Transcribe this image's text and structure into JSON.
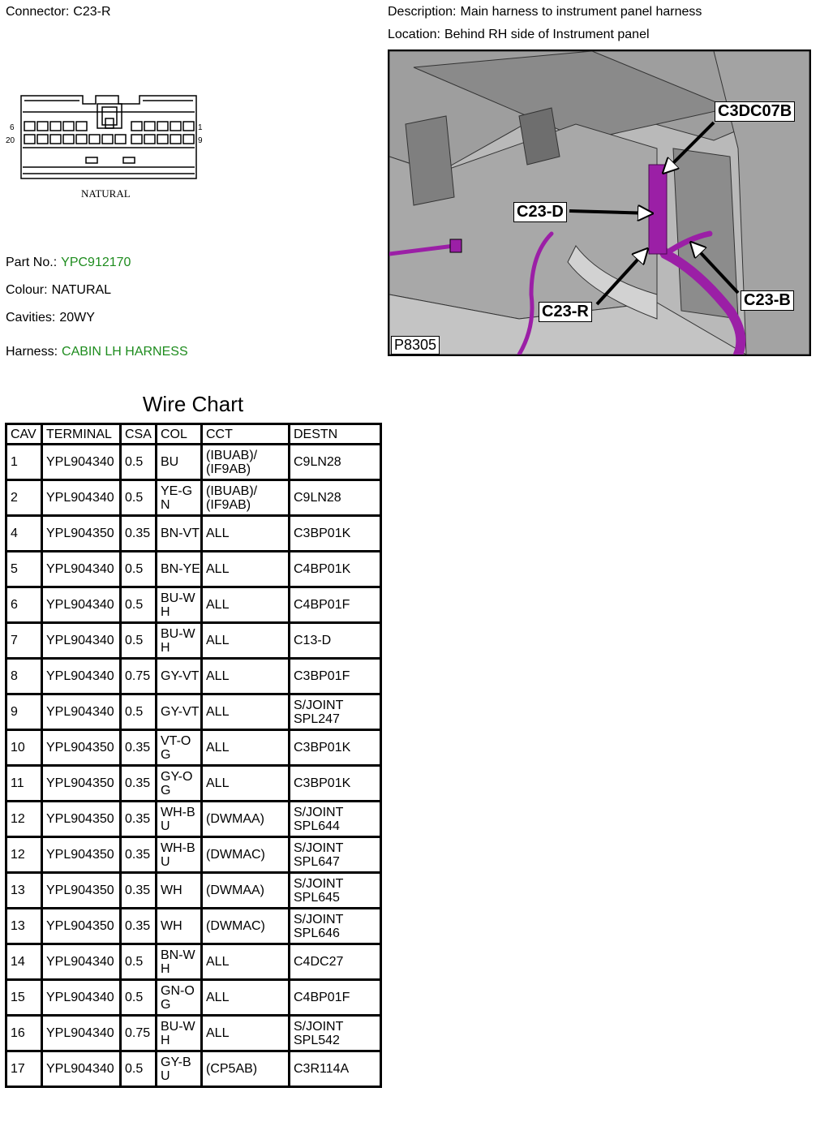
{
  "header": {
    "connector_label": "Connector:",
    "connector_value": "C23-R",
    "description_label": "Description:",
    "description_value": "Main harness to instrument panel harness",
    "location_label": "Location:",
    "location_value": "Behind RH side of Instrument panel"
  },
  "diagram": {
    "pin_left_top": "6",
    "pin_left_bottom": "20",
    "pin_right_top": "1",
    "pin_right_bottom": "9",
    "caption": "NATURAL"
  },
  "photo": {
    "callouts": {
      "c3dc07b": "C3DC07B",
      "c23d": "C23-D",
      "c23r": "C23-R",
      "c23b": "C23-B"
    },
    "ref": "P8305"
  },
  "details": {
    "part_label": "Part No.:",
    "part_value": "YPC912170",
    "colour_label": "Colour:",
    "colour_value": "NATURAL",
    "cavities_label": "Cavities:",
    "cavities_value": "20WY",
    "harness_label": "Harness:",
    "harness_value": "CABIN LH HARNESS"
  },
  "wire_chart": {
    "title": "Wire Chart",
    "columns": [
      "CAV",
      "TERMINAL",
      "CSA",
      "COL",
      "CCT",
      "DESTN"
    ],
    "rows": [
      {
        "cav": "1",
        "terminal": "YPL904340",
        "csa": "0.5",
        "col": "BU",
        "cct": "(IBUAB)/ (IF9AB)",
        "destn": "C9LN28"
      },
      {
        "cav": "2",
        "terminal": "YPL904340",
        "csa": "0.5",
        "col": "YE-GN",
        "cct": "(IBUAB)/ (IF9AB)",
        "destn": "C9LN28"
      },
      {
        "cav": "4",
        "terminal": "YPL904350",
        "csa": "0.35",
        "col": "BN-VT",
        "cct": "ALL",
        "destn": "C3BP01K"
      },
      {
        "cav": "5",
        "terminal": "YPL904340",
        "csa": "0.5",
        "col": "BN-YE",
        "cct": "ALL",
        "destn": "C4BP01K"
      },
      {
        "cav": "6",
        "terminal": "YPL904340",
        "csa": "0.5",
        "col": "BU-WH",
        "cct": "ALL",
        "destn": "C4BP01F"
      },
      {
        "cav": "7",
        "terminal": "YPL904340",
        "csa": "0.5",
        "col": "BU-WH",
        "cct": "ALL",
        "destn": "C13-D"
      },
      {
        "cav": "8",
        "terminal": "YPL904340",
        "csa": "0.75",
        "col": "GY-VT",
        "cct": "ALL",
        "destn": "C3BP01F"
      },
      {
        "cav": "9",
        "terminal": "YPL904340",
        "csa": "0.5",
        "col": "GY-VT",
        "cct": "ALL",
        "destn": "S/JOINT SPL247"
      },
      {
        "cav": "10",
        "terminal": "YPL904350",
        "csa": "0.35",
        "col": "VT-OG",
        "cct": "ALL",
        "destn": "C3BP01K"
      },
      {
        "cav": "11",
        "terminal": "YPL904350",
        "csa": "0.35",
        "col": "GY-OG",
        "cct": "ALL",
        "destn": "C3BP01K"
      },
      {
        "cav": "12",
        "terminal": "YPL904350",
        "csa": "0.35",
        "col": "WH-BU",
        "cct": "(DWMAA)",
        "destn": "S/JOINT SPL644"
      },
      {
        "cav": "12",
        "terminal": "YPL904350",
        "csa": "0.35",
        "col": "WH-BU",
        "cct": "(DWMAC)",
        "destn": "S/JOINT SPL647"
      },
      {
        "cav": "13",
        "terminal": "YPL904350",
        "csa": "0.35",
        "col": "WH",
        "cct": "(DWMAA)",
        "destn": "S/JOINT SPL645"
      },
      {
        "cav": "13",
        "terminal": "YPL904350",
        "csa": "0.35",
        "col": "WH",
        "cct": "(DWMAC)",
        "destn": "S/JOINT SPL646"
      },
      {
        "cav": "14",
        "terminal": "YPL904340",
        "csa": "0.5",
        "col": "BN-WH",
        "cct": "ALL",
        "destn": "C4DC27"
      },
      {
        "cav": "15",
        "terminal": "YPL904340",
        "csa": "0.5",
        "col": "GN-OG",
        "cct": "ALL",
        "destn": "C4BP01F"
      },
      {
        "cav": "16",
        "terminal": "YPL904340",
        "csa": "0.75",
        "col": "BU-WH",
        "cct": "ALL",
        "destn": "S/JOINT SPL542"
      },
      {
        "cav": "17",
        "terminal": "YPL904340",
        "csa": "0.5",
        "col": "GY-BU",
        "cct": "(CP5AB)",
        "destn": "C3R114A"
      }
    ]
  },
  "colors": {
    "link_green": "#1e8c1e",
    "harness_purple": "#9b1fa6"
  }
}
